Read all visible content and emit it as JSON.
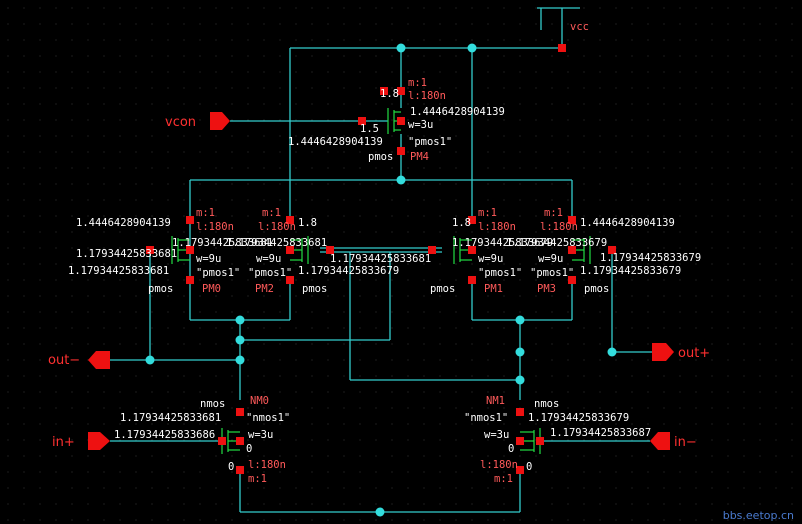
{
  "ports": {
    "vcc": "vcc",
    "vcon": "vcon",
    "out_minus": "out−",
    "out_plus": "out+",
    "in_plus": "in+",
    "in_minus": "in−"
  },
  "pm4": {
    "m": "m:1",
    "l": "l:180n",
    "w": "w=3u",
    "model": "\"pmos1\"",
    "type": "pmos",
    "name": "PM4",
    "v_left": "1.8",
    "v_gate": "1.5",
    "v_right": "1.4446428904139",
    "v_bottom": "1.4446428904139"
  },
  "pm0": {
    "m": "m:1",
    "l": "l:180n",
    "w": "w=9u",
    "model": "\"pmos1\"",
    "type": "pmos",
    "name": "PM0",
    "v_top": "1.4446428904139",
    "v_left": "1.17934425833681",
    "v_bottom": "1.17934425833681",
    "v_drain": "1.17934425833681"
  },
  "pm2": {
    "m": "m:1",
    "l": "l:180n",
    "w": "w=9u",
    "model": "\"pmos1\"",
    "type": "pmos",
    "name": "PM2",
    "v_top": "1.8",
    "v_right": "1.17934425833681",
    "v_bottom": "1.17934425833679"
  },
  "pm1": {
    "m": "m:1",
    "l": "l:180n",
    "w": "w=9u",
    "model": "\"pmos1\"",
    "type": "pmos",
    "name": "PM1",
    "v_top": "1.8",
    "v_left": "1.17934425833681",
    "v_bottom": "1.17934425833679"
  },
  "pm3": {
    "m": "m:1",
    "l": "l:180n",
    "w": "w=9u",
    "model": "\"pmos1\"",
    "type": "pmos",
    "name": "PM3",
    "v_top": "1.4446428904139",
    "v_right": "1.17934425833679",
    "v_bottom": "1.17934425833679",
    "v_drain": "1.17934425833679"
  },
  "nm0": {
    "m": "m:1",
    "l": "l:180n",
    "w": "w=3u",
    "model": "\"nmos1\"",
    "type": "nmos",
    "name": "NM0",
    "v_drain": "1.17934425833681",
    "v_gate": "1.17934425833686",
    "v_s1": "0",
    "v_s2": "0"
  },
  "nm1": {
    "m": "m:1",
    "l": "l:180n",
    "w": "w=3u",
    "model": "\"nmos1\"",
    "type": "nmos",
    "name": "NM1",
    "v_drain": "1.17934425833679",
    "v_gate": "1.17934425833687",
    "v_s1": "0",
    "v_s2": "0"
  },
  "watermark": "bbs.eetop.cn",
  "colors": {
    "wire": "#33cccc",
    "device": "#22dd44",
    "terminal": "#ee1111",
    "label": "#ff5a5a",
    "text": "#ffffff"
  }
}
